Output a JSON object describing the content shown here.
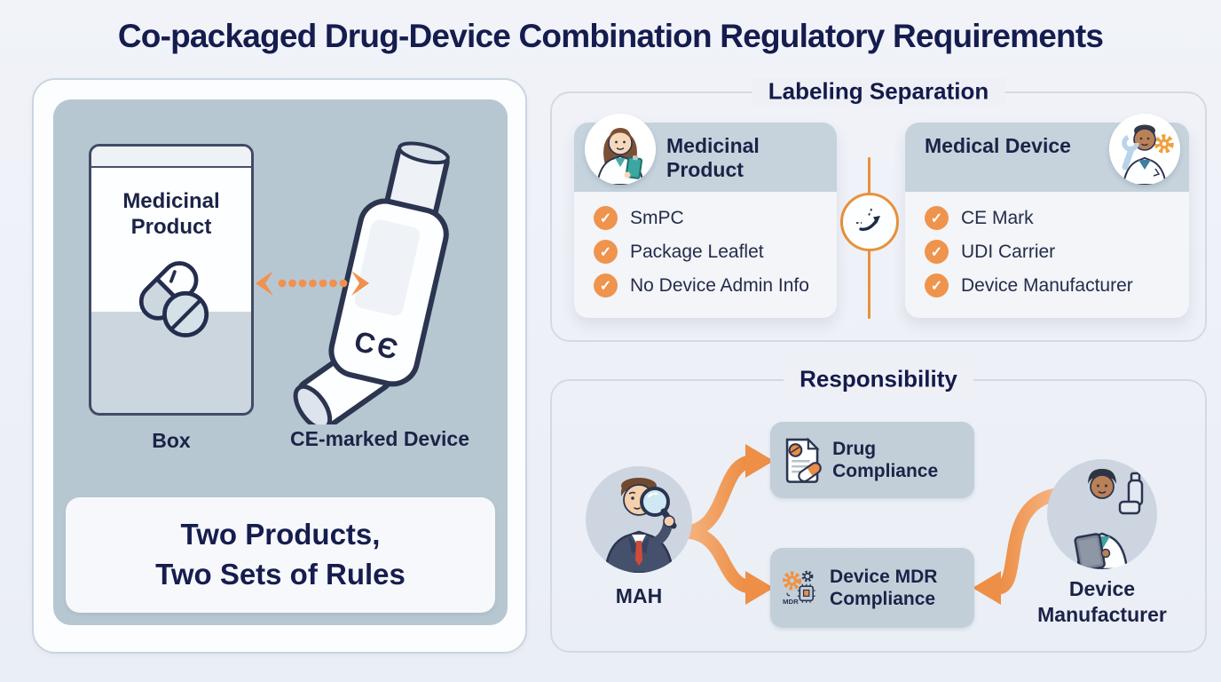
{
  "header": {
    "title": "Co-packaged Drug-Device Combination Regulatory Requirements"
  },
  "overview_panel": {
    "box": {
      "title": "Medicinal Product",
      "caption": "Box"
    },
    "device": {
      "ce_mark": "CЄ",
      "caption": "CE-marked Device"
    },
    "summary_line1": "Two Products,",
    "summary_line2": "Two Sets of Rules"
  },
  "labeling_panel": {
    "title": "Labeling Separation",
    "medicinal_card": {
      "title": "Medicinal Product",
      "items": [
        "SmPC",
        "Package Leaflet",
        "No Device Admin Info"
      ]
    },
    "device_card": {
      "title": "Medical Device",
      "items": [
        "CE Mark",
        "UDI Carrier",
        "Device Manufacturer"
      ]
    }
  },
  "responsibility_panel": {
    "title": "Responsibility",
    "mah_label": "MAH",
    "drug_card_label": "Drug Compliance",
    "mdr_card_label": "Device MDR Compliance",
    "mdr_icon_text": "MDR",
    "manufacturer_label": "Device Manufacturer"
  },
  "icons": {
    "check": "✓"
  },
  "colors": {
    "accent_orange": "#ee8f47",
    "navy_text": "#1d2447",
    "panel_blue": "#b7c7d2",
    "card_header_blue": "#c6d3dd",
    "compliance_card_blue": "#c2cfd9"
  }
}
